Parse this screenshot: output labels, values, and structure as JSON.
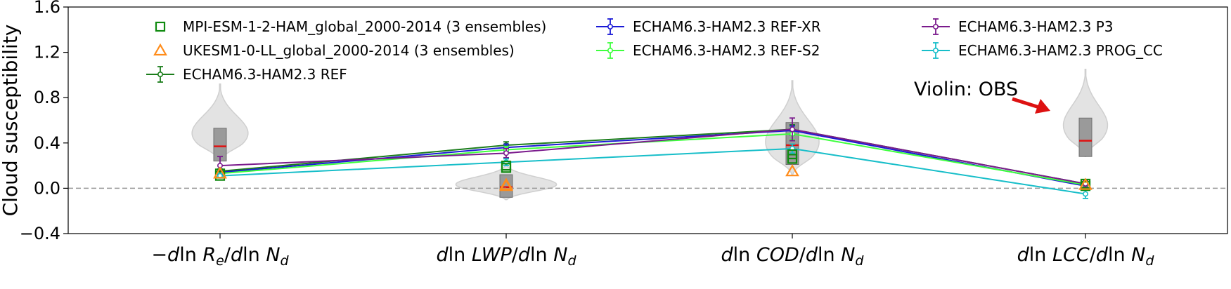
{
  "chart_data": {
    "type": "scatter",
    "ylabel": "Cloud susceptibility",
    "ylim": [
      -0.4,
      1.6
    ],
    "yticks": [
      -0.4,
      0.0,
      0.4,
      0.8,
      1.2,
      1.6
    ],
    "ytick_labels": [
      "−0.4",
      "0.0",
      "0.4",
      "0.8",
      "1.2",
      "1.6"
    ],
    "zero_line": true,
    "legend_position": "top",
    "categories": [
      {
        "prefix": "−",
        "var": "R",
        "sub": "e"
      },
      {
        "prefix": "",
        "var": "LWP",
        "sub": ""
      },
      {
        "prefix": "",
        "var": "COD",
        "sub": ""
      },
      {
        "prefix": "",
        "var": "LCC",
        "sub": ""
      }
    ],
    "violins": {
      "name": "OBS",
      "color": "#e3e3e3",
      "items": [
        {
          "min": 0.24,
          "max": 0.92,
          "mode": 0.4,
          "q1": 0.24,
          "q3": 0.53,
          "median": 0.37,
          "width": 0.25
        },
        {
          "min": -0.1,
          "max": 0.22,
          "mode": 0.02,
          "q1": -0.08,
          "q3": 0.12,
          "median": 0.01,
          "width": 0.4
        },
        {
          "min": 0.12,
          "max": 0.95,
          "mode": 0.28,
          "q1": 0.21,
          "q3": 0.58,
          "median": 0.38,
          "width": 0.25
        },
        {
          "min": 0.28,
          "max": 1.05,
          "mode": 0.45,
          "q1": 0.28,
          "q3": 0.62,
          "median": 0.42,
          "width": 0.2
        }
      ]
    },
    "series": [
      {
        "name": "MPI-ESM-1-2-HAM_global_2000-2014 (3 ensembles)",
        "color": "#0f8a0f",
        "marker": "square",
        "points": [
          [
            0,
            0.11
          ],
          [
            0,
            0.13
          ],
          [
            1,
            0.18
          ],
          [
            1,
            0.2
          ],
          [
            2,
            0.26
          ],
          [
            2,
            0.3
          ],
          [
            3,
            0.02
          ],
          [
            3,
            0.04
          ]
        ]
      },
      {
        "name": "UKESM1-0-LL_global_2000-2014 (3 ensembles)",
        "color": "#ff8c1a",
        "marker": "triangle",
        "points": [
          [
            0,
            0.13
          ],
          [
            1,
            0.02
          ],
          [
            1,
            0.03
          ],
          [
            2,
            0.15
          ],
          [
            3,
            0.03
          ]
        ]
      },
      {
        "name": "ECHAM6.3-HAM2.3 REF",
        "color": "#1b7d1b",
        "marker": "line",
        "values": [
          0.15,
          0.38,
          0.52,
          0.04
        ],
        "errors": [
          0.02,
          0.03,
          0.04,
          0.02
        ]
      },
      {
        "name": "ECHAM6.3-HAM2.3 REF-XR",
        "color": "#1a1ad6",
        "marker": "line",
        "values": [
          0.14,
          0.36,
          0.51,
          0.02
        ],
        "errors": [
          0.02,
          0.03,
          0.04,
          0.02
        ]
      },
      {
        "name": "ECHAM6.3-HAM2.3 REF-S2",
        "color": "#3dff3d",
        "marker": "line",
        "values": [
          0.13,
          0.34,
          0.48,
          0.03
        ],
        "errors": [
          0.02,
          0.03,
          0.05,
          0.02
        ]
      },
      {
        "name": "ECHAM6.3-HAM2.3 P3",
        "color": "#7a1a8c",
        "marker": "line",
        "values": [
          0.2,
          0.31,
          0.52,
          0.04
        ],
        "errors": [
          0.08,
          0.04,
          0.1,
          0.03
        ]
      },
      {
        "name": "ECHAM6.3-HAM2.3 PROG_CC",
        "color": "#17bec9",
        "marker": "line",
        "values": [
          0.11,
          0.23,
          0.35,
          -0.05
        ],
        "errors": [
          0.02,
          0.03,
          0.04,
          0.04
        ]
      }
    ],
    "annotation": {
      "text": "Violin: OBS",
      "arrow_color": "#dd1111"
    }
  }
}
